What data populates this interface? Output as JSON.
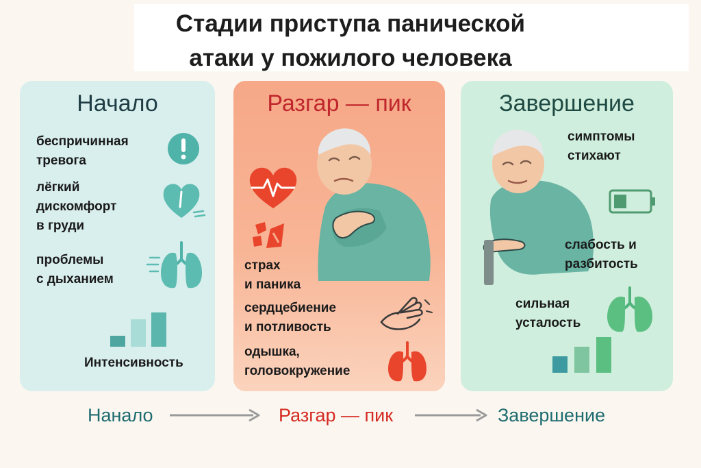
{
  "title": {
    "line1": "Стадии приступа панической",
    "line2": "атаки у пожилого человека"
  },
  "colors": {
    "stage1_bg": "#d9efee",
    "stage2_bg": "#f7ad8c",
    "stage3_bg": "#cfeedd",
    "teal_icon": "#4fb3a9",
    "red_icon": "#e8452c",
    "flow_teal": "#1e6b70",
    "flow_red": "#d42a22"
  },
  "stages": [
    {
      "heading": "Начало",
      "items": [
        {
          "text": "беспричинная\nтревога",
          "icon": "exclamation-icon"
        },
        {
          "text": "лёгкий\nдискомфорт\nв груди",
          "icon": "heart-icon"
        },
        {
          "text": "проблемы\nс дыханием",
          "icon": "lungs-icon"
        }
      ],
      "intensity_label": "Интенсивность",
      "intensity_level": "low"
    },
    {
      "heading": "Разгар — пик",
      "items": [
        {
          "text": "страх\nи паника",
          "icon": "heartbeat-icon"
        },
        {
          "text": "сердцебиение\nи потливость",
          "icon": "hand-sweat-icon"
        },
        {
          "text": "одышка,\nголовокружение",
          "icon": "lungs-icon"
        }
      ],
      "illustration": "elderly-man-clutching-chest"
    },
    {
      "heading": "Завершение",
      "items": [
        {
          "text": "симптомы\nстихают",
          "icon": "low-battery-icon"
        },
        {
          "text": "слабость и\nразбитость",
          "icon": "cane-hand-icon"
        },
        {
          "text": "сильная\nусталость",
          "icon": "lungs-icon"
        }
      ],
      "illustration": "elderly-man-leaning-on-cane",
      "intensity_level": "high"
    }
  ],
  "flow": [
    "Нанало",
    "Разгар — пик",
    "Завершение"
  ]
}
